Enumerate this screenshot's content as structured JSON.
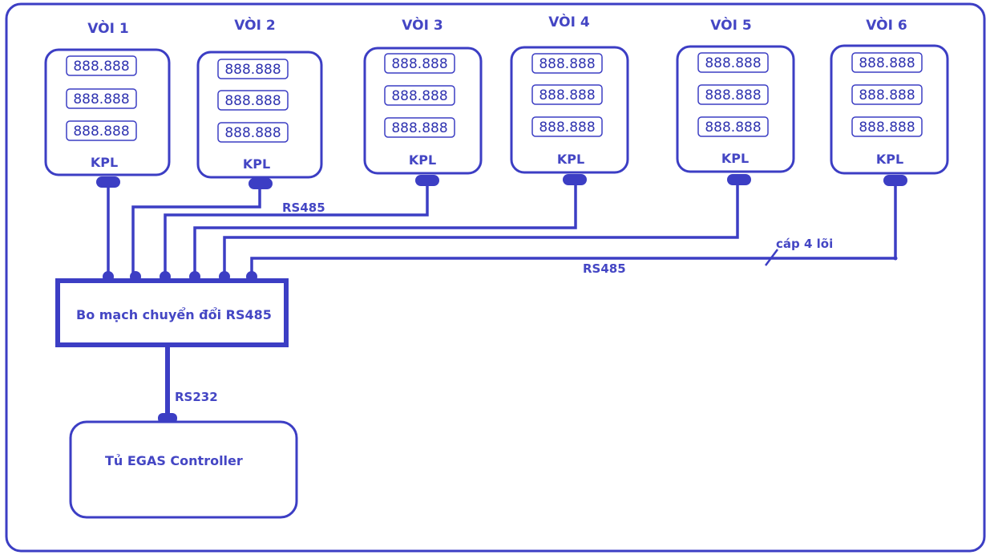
{
  "pumps": [
    {
      "name": "VÒI 1",
      "displays": [
        "888.888",
        "888.888",
        "888.888"
      ],
      "label": "KPL"
    },
    {
      "name": "VÒI 2",
      "displays": [
        "888.888",
        "888.888",
        "888.888"
      ],
      "label": "KPL"
    },
    {
      "name": "VÒI 3",
      "displays": [
        "888.888",
        "888.888",
        "888.888"
      ],
      "label": "KPL"
    },
    {
      "name": "VÒI 4",
      "displays": [
        "888.888",
        "888.888",
        "888.888"
      ],
      "label": "KPL"
    },
    {
      "name": "VÒI 5",
      "displays": [
        "888.888",
        "888.888",
        "888.888"
      ],
      "label": "KPL"
    },
    {
      "name": "VÒI 6",
      "displays": [
        "888.888",
        "888.888",
        "888.888"
      ],
      "label": "KPL"
    }
  ],
  "bus": {
    "rs485_label_upper": "RS485",
    "rs485_label_lower": "RS485",
    "cable_label": "cáp 4 lõi"
  },
  "converter": {
    "label": "Bo mạch chuyển đổi RS485"
  },
  "link": {
    "rs232_label": "RS232"
  },
  "controller": {
    "label": "Tủ EGAS Controller"
  },
  "colors": {
    "line": "#3c3ec4",
    "text": "#4446c4"
  }
}
